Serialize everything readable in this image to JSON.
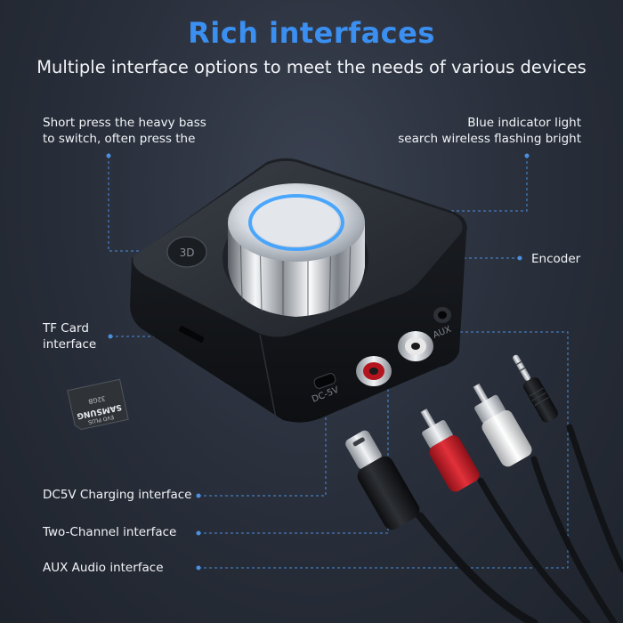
{
  "header": {
    "title": "Rich interfaces",
    "subtitle": "Multiple interface options to meet the needs of various devices"
  },
  "callouts": {
    "bass_line1": "Short press the heavy bass",
    "bass_line2": "to switch, often press the",
    "blue_line1": "Blue indicator light",
    "blue_line2": "search wireless flashing bright",
    "encoder": "Encoder",
    "tf_line1": "TF Card",
    "tf_line2": "interface",
    "dc5v": "DC5V Charging interface",
    "two_channel": "Two-Channel interface",
    "aux": "AUX Audio interface"
  },
  "device": {
    "button_mark": "3D",
    "port_dc": "DC-5V",
    "port_aux": "AUX"
  },
  "sd_card": {
    "brand": "SAMSUNG",
    "capacity": "32GB",
    "class": "EVO PLUS"
  },
  "colors": {
    "accent": "#3b8ff0",
    "leader": "#4a8fe0",
    "rca_red": "#c8202a",
    "rca_white": "#e6e6e6"
  }
}
